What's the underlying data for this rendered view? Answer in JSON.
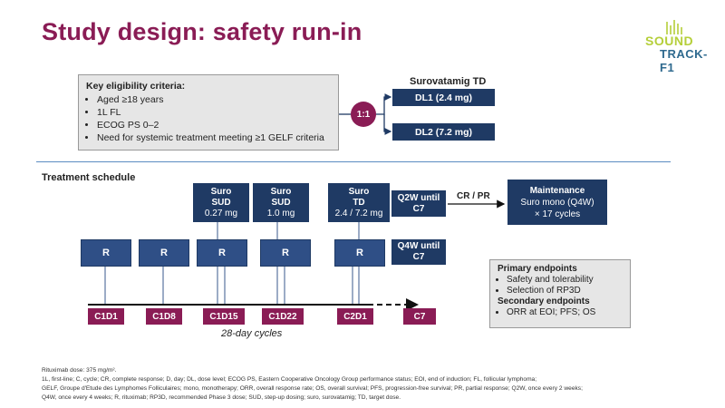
{
  "title": "Study design: safety run-in",
  "logo": {
    "line1": "SOUND",
    "line2": "TRACK-F1"
  },
  "eligibility": {
    "header": "Key eligibility criteria:",
    "items": [
      "Aged ≥18 years",
      "1L FL",
      "ECOG PS 0–2",
      "Need for systemic treatment meeting ≥1 GELF criteria"
    ]
  },
  "randomization": {
    "ratio": "1:1"
  },
  "dose_levels": {
    "title": "Surovatamig TD",
    "dl1": "DL1 (2.4 mg)",
    "dl2": "DL2 (7.2 mg)"
  },
  "treatment_schedule": {
    "title": "Treatment schedule",
    "suro_boxes": [
      {
        "l1": "Suro",
        "l2": "SUD",
        "l3": "0.27 mg"
      },
      {
        "l1": "Suro",
        "l2": "SUD",
        "l3": "1.0 mg"
      },
      {
        "l1": "Suro",
        "l2": "TD",
        "l3": "2.4 / 7.2 mg"
      }
    ],
    "q2w": {
      "l1": "Q2W until",
      "l2": "C7"
    },
    "q4w": {
      "l1": "Q4W until",
      "l2": "C7"
    },
    "cr_pr": "CR / PR",
    "maintenance": {
      "l1": "Maintenance",
      "l2": "Suro mono (Q4W)",
      "l3": "× 17 cycles"
    },
    "r_label": "R",
    "cycle_labels": [
      "C1D1",
      "C1D8",
      "C1D15",
      "C1D22",
      "C2D1",
      "C7"
    ],
    "cycles_note": "28-day cycles"
  },
  "endpoints": {
    "primary_header": "Primary endpoints",
    "primary": [
      "Safety and tolerability",
      "Selection of RP3D"
    ],
    "secondary_header": "Secondary endpoints",
    "secondary": [
      "ORR at EOI; PFS; OS"
    ]
  },
  "footnotes": [
    "Rituximab dose: 375 mg/m².",
    "1L, first-line; C, cycle; CR, complete response; D, day; DL, dose level; ECOG PS, Eastern Cooperative Oncology Group performance status; EOI, end of induction; FL, follicular lymphoma;",
    "GELF, Groupe d'Etude des Lymphomes Folliculaires; mono, monotherapy; ORR, overall response rate; OS, overall survival; PFS, progression-free survival; PR, partial response; Q2W, once every 2 weeks;",
    "Q4W, once every 4 weeks; R, rituximab; RP3D, recommended Phase 3 dose; SUD, step-up dosing; suro, surovatamig; TD, target dose."
  ],
  "colors": {
    "title": "#8a1c55",
    "navy": "#1f3a64",
    "blue": "#2f4f86",
    "magenta": "#8a1c55",
    "divider": "#5b8cc2"
  }
}
